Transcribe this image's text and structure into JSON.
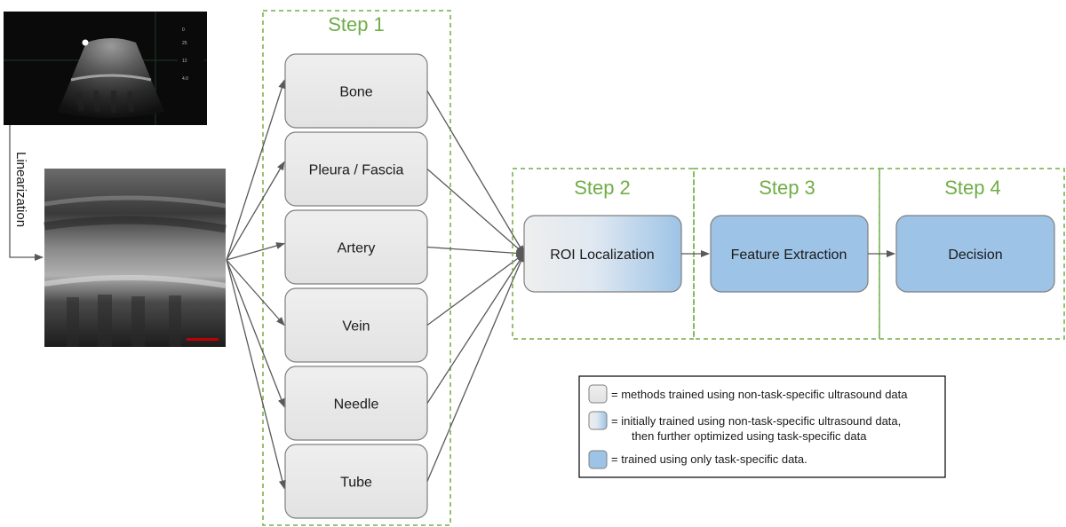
{
  "steps": {
    "step1": "Step 1",
    "step2": "Step 2",
    "step3": "Step 3",
    "step4": "Step 4"
  },
  "linearization_label": "Linearization",
  "step1_boxes": [
    "Bone",
    "Pleura / Fascia",
    "Artery",
    "Vein",
    "Needle",
    "Tube"
  ],
  "pipeline": {
    "roi": "ROI Localization",
    "feature": "Feature Extraction",
    "decision": "Decision"
  },
  "legend": {
    "item1": "= methods trained using non-task-specific ultrasound data",
    "item2_line1": "= initially trained using non-task-specific ultrasound data,",
    "item2_line2": "then further optimized using task-specific data",
    "item3": "= trained using only task-specific data."
  },
  "colors": {
    "step_border": "#70ad47",
    "box_gray": "#e8e8e8",
    "box_blue": "#9dc3e6",
    "arrow": "#595959"
  }
}
